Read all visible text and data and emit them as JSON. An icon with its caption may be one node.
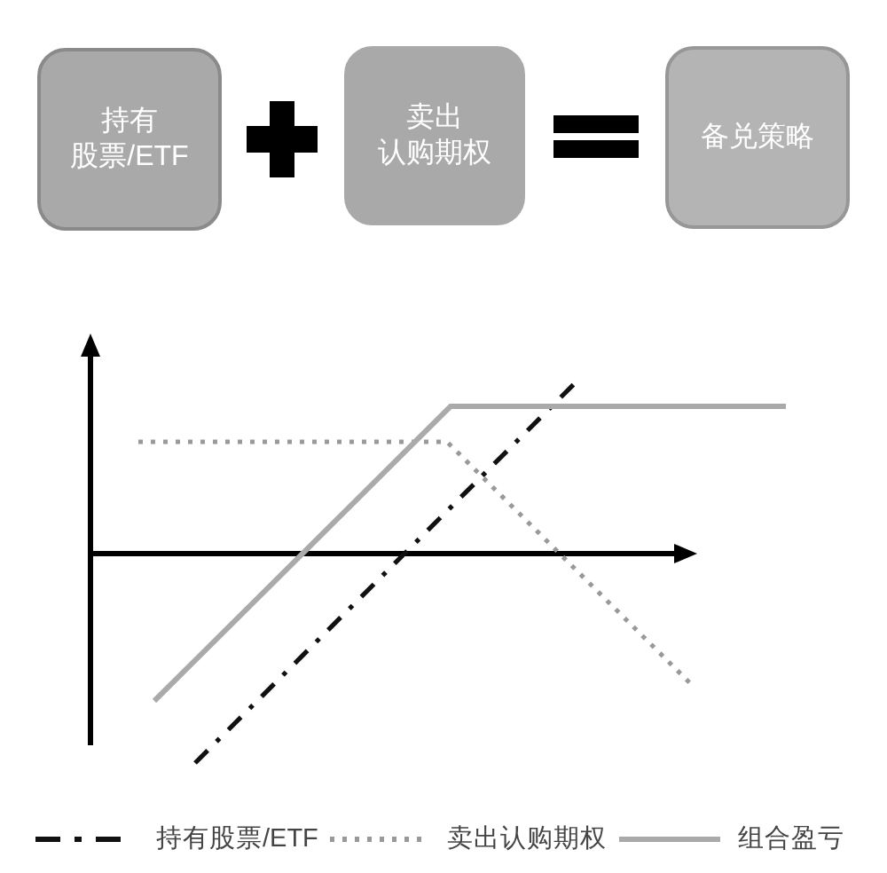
{
  "diagram": {
    "nodes": [
      {
        "text": [
          "持有股票/ETF"
        ]
      },
      {
        "text": [
          "卖出认购期权"
        ]
      },
      {
        "text": [
          "备兑策略"
        ]
      }
    ],
    "legend": [
      {
        "text": "持有股票/ETF"
      },
      {
        "text": "卖出认购期权"
      },
      {
        "text": "组合盈亏"
      }
    ]
  }
}
